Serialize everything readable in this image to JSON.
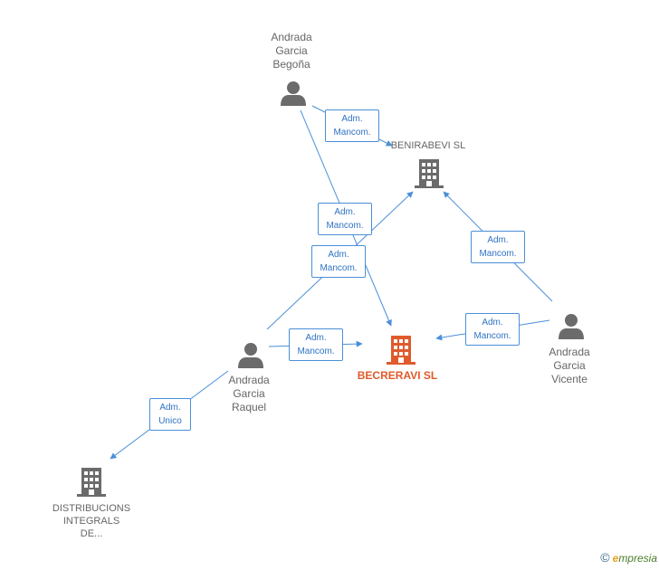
{
  "nodes": {
    "begona": {
      "line1": "Andrada",
      "line2": "Garcia",
      "line3": "Begoña"
    },
    "raquel": {
      "line1": "Andrada",
      "line2": "Garcia",
      "line3": "Raquel"
    },
    "vicente": {
      "line1": "Andrada",
      "line2": "Garcia",
      "line3": "Vicente"
    },
    "benirabevi": {
      "name": "BENIRABEVI SL"
    },
    "becreravi": {
      "name": "BECRERAVI SL"
    },
    "distribucions": {
      "line1": "DISTRIBUCIONS",
      "line2": "INTEGRALS",
      "line3": "DE..."
    }
  },
  "edges": {
    "e1": {
      "line1": "Adm.",
      "line2": "Mancom."
    },
    "e2": {
      "line1": "Adm.",
      "line2": "Mancom."
    },
    "e3": {
      "line1": "Adm.",
      "line2": "Mancom."
    },
    "e4": {
      "line1": "Adm.",
      "line2": "Mancom."
    },
    "e5": {
      "line1": "Adm.",
      "line2": "Mancom."
    },
    "e6": {
      "line1": "Adm.",
      "line2": "Mancom."
    },
    "e7": {
      "line1": "Adm.",
      "line2": "Unico"
    }
  },
  "colors": {
    "edge": "#4a8fd8",
    "person": "#6b6b6b",
    "company": "#6b6b6b",
    "company_main": "#e05a2b"
  },
  "watermark": {
    "copyright": "©",
    "brand_initial": "e",
    "brand_rest": "mpresia"
  }
}
